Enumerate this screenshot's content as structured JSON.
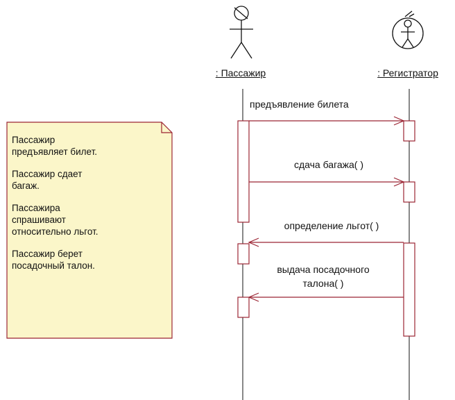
{
  "diagram": {
    "actors": [
      {
        "name": ": Пассажир"
      },
      {
        "name": ": Регистратор"
      }
    ],
    "messages": [
      {
        "text": "предъявление билета"
      },
      {
        "text": "сдача багажа( )"
      },
      {
        "text": "определение льгот( )"
      },
      {
        "text": "выдача посадочного\nталона( )"
      }
    ],
    "note": {
      "lines": [
        "Пассажир\nпредъявляет  билет.",
        "Пассажир сдает\nбагаж.",
        "Пассажира\nспрашивают\nотносительно льгот.",
        "Пассажир берет\nпосадочный талон."
      ]
    },
    "colors": {
      "message_line": "#9b2433",
      "activation_border": "#9b2433",
      "note_fill": "#fbf6c9",
      "note_border": "#9b2433",
      "lifeline": "#111111",
      "actor_stroke": "#111111"
    }
  }
}
